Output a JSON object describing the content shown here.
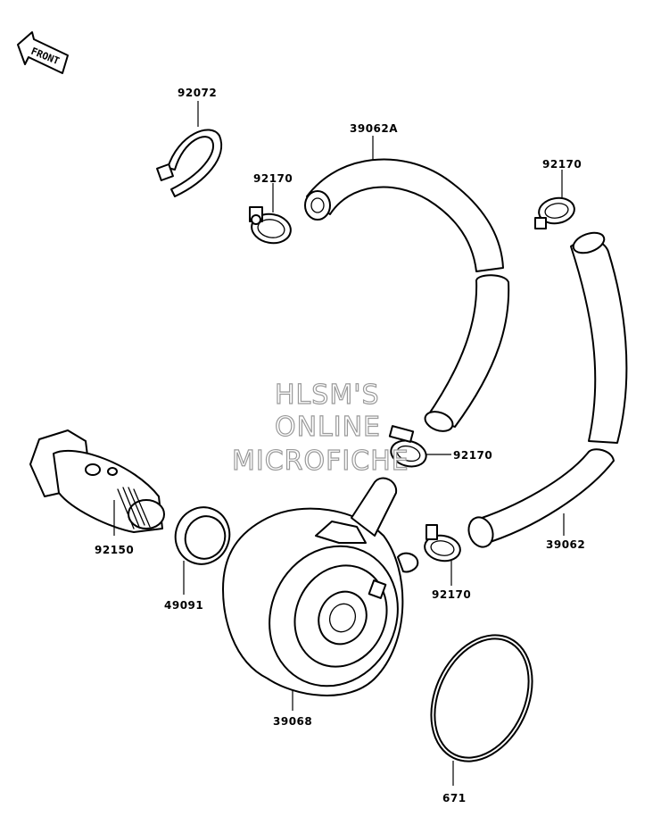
{
  "front_arrow": {
    "label": "FRONT"
  },
  "parts": [
    {
      "number": "92072"
    },
    {
      "number": "39062A"
    },
    {
      "number": "92170"
    },
    {
      "number": "92170"
    },
    {
      "number": "92170"
    },
    {
      "number": "92170"
    },
    {
      "number": "39062"
    },
    {
      "number": "92150"
    },
    {
      "number": "49091"
    },
    {
      "number": "39068"
    },
    {
      "number": "671"
    }
  ],
  "watermark": {
    "line1": "HLSM'S",
    "line2": "ONLINE",
    "line3": "MICROFICHE"
  }
}
